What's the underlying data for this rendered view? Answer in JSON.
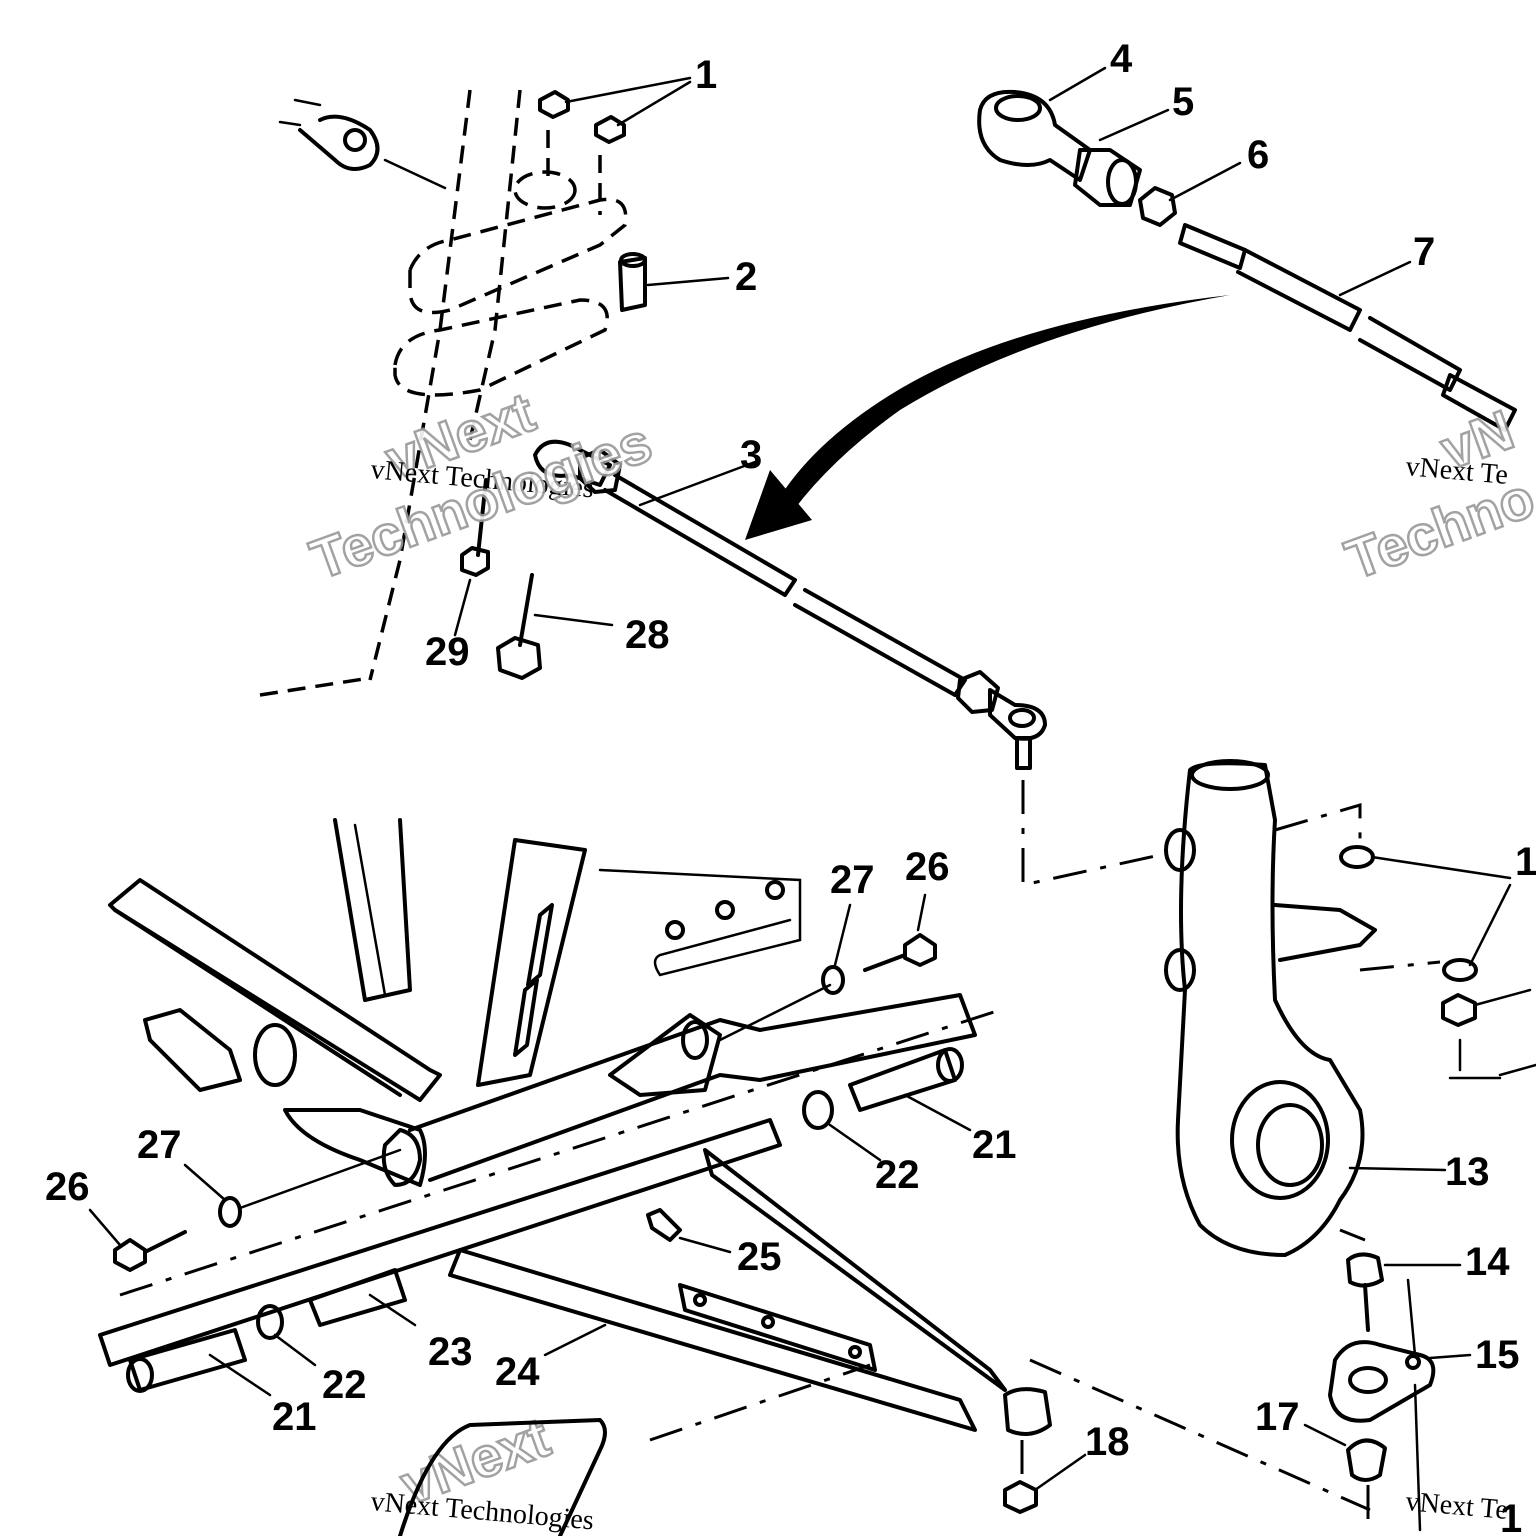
{
  "callouts": {
    "c1": "1",
    "c2": "2",
    "c3": "3",
    "c4": "4",
    "c5": "5",
    "c6": "6",
    "c7": "7",
    "c12": "1",
    "c13": "13",
    "c14": "14",
    "c15": "15",
    "c16": "1",
    "c17": "17",
    "c18": "18",
    "c21a": "21",
    "c21b": "21",
    "c22a": "22",
    "c22b": "22",
    "c23": "23",
    "c24": "24",
    "c25": "25",
    "c26a": "26",
    "c26b": "26",
    "c27a": "27",
    "c27b": "27",
    "c28": "28",
    "c29": "29"
  },
  "watermarks": {
    "brand_top": "vNext",
    "line_small": "vNext Technologies",
    "line_large": "Technologies",
    "right_small": "vNext Te",
    "right_large": "Techno",
    "right_top": "vN",
    "bottom_brand": "vNext",
    "bottom_small": "vNext Technologies",
    "bottom_right": "vNext Te"
  }
}
